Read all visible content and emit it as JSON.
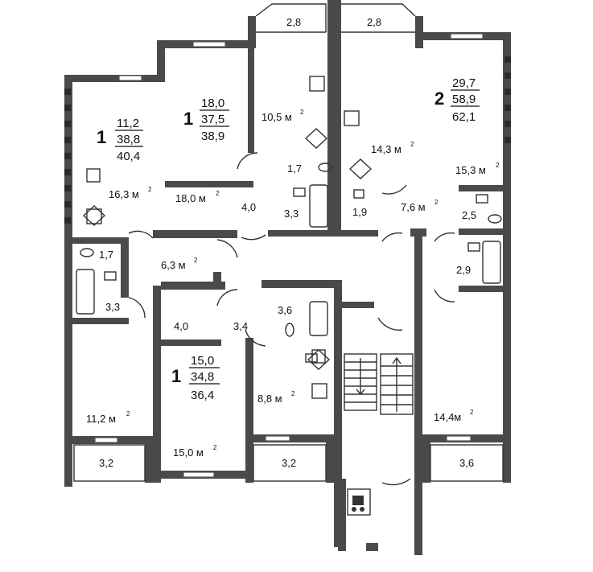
{
  "apartments": [
    {
      "id": "left-top",
      "number": "1",
      "living": "11,2",
      "total": "38,8",
      "total_with_balcony": "40,4"
    },
    {
      "id": "center-top",
      "number": "1",
      "living": "18,0",
      "total": "37,5",
      "total_with_balcony": "38,9"
    },
    {
      "id": "right-top",
      "number": "2",
      "living": "29,7",
      "total": "58,9",
      "total_with_balcony": "62,1"
    },
    {
      "id": "center-bottom",
      "number": "1",
      "living": "15,0",
      "total": "34,8",
      "total_with_balcony": "36,4"
    }
  ],
  "rooms": {
    "bay_left": "2,8",
    "bay_right": "2,8",
    "kitchen_top_center": "10,5 м",
    "kitchen_top_right": "14,3 м",
    "room_left_top": "16,3 м",
    "room_center_top": "18,0 м",
    "room_right_top": "15,3 м",
    "bath_top_center": "1,7",
    "hall_top_center": "4,0",
    "bath2_top_center": "3,3",
    "bath_right_small": "1,9",
    "hall_right": "7,6 м",
    "bath_right_2_5": "2,5",
    "bath_right_2_9": "2,9",
    "wc_left": "1,7",
    "hall_left": "6,3 м",
    "bath_left": "3,3",
    "hall_bottom_left": "4,0",
    "hall_bottom_center": "3,4",
    "bath_bottom_center": "3,6",
    "kitchen_bottom_center": "8,8 м",
    "room_bottom_left": "11,2 м",
    "room_bottom_center": "15,0 м",
    "room_bottom_right": "14,4м",
    "balcony_left": "3,2",
    "balcony_center": "3,2",
    "balcony_right": "3,6"
  },
  "squared_mark": "2"
}
